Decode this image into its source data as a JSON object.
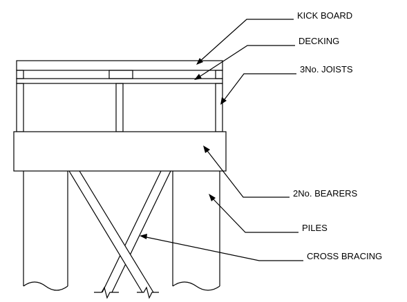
{
  "labels": {
    "kick_board": "KICK BOARD",
    "decking": "DECKING",
    "joists": "3No. JOISTS",
    "bearers": "2No. BEARERS",
    "piles": "PILES",
    "cross_bracing": "CROSS BRACING"
  },
  "colors": {
    "stroke": "#000000",
    "background": "#ffffff"
  }
}
